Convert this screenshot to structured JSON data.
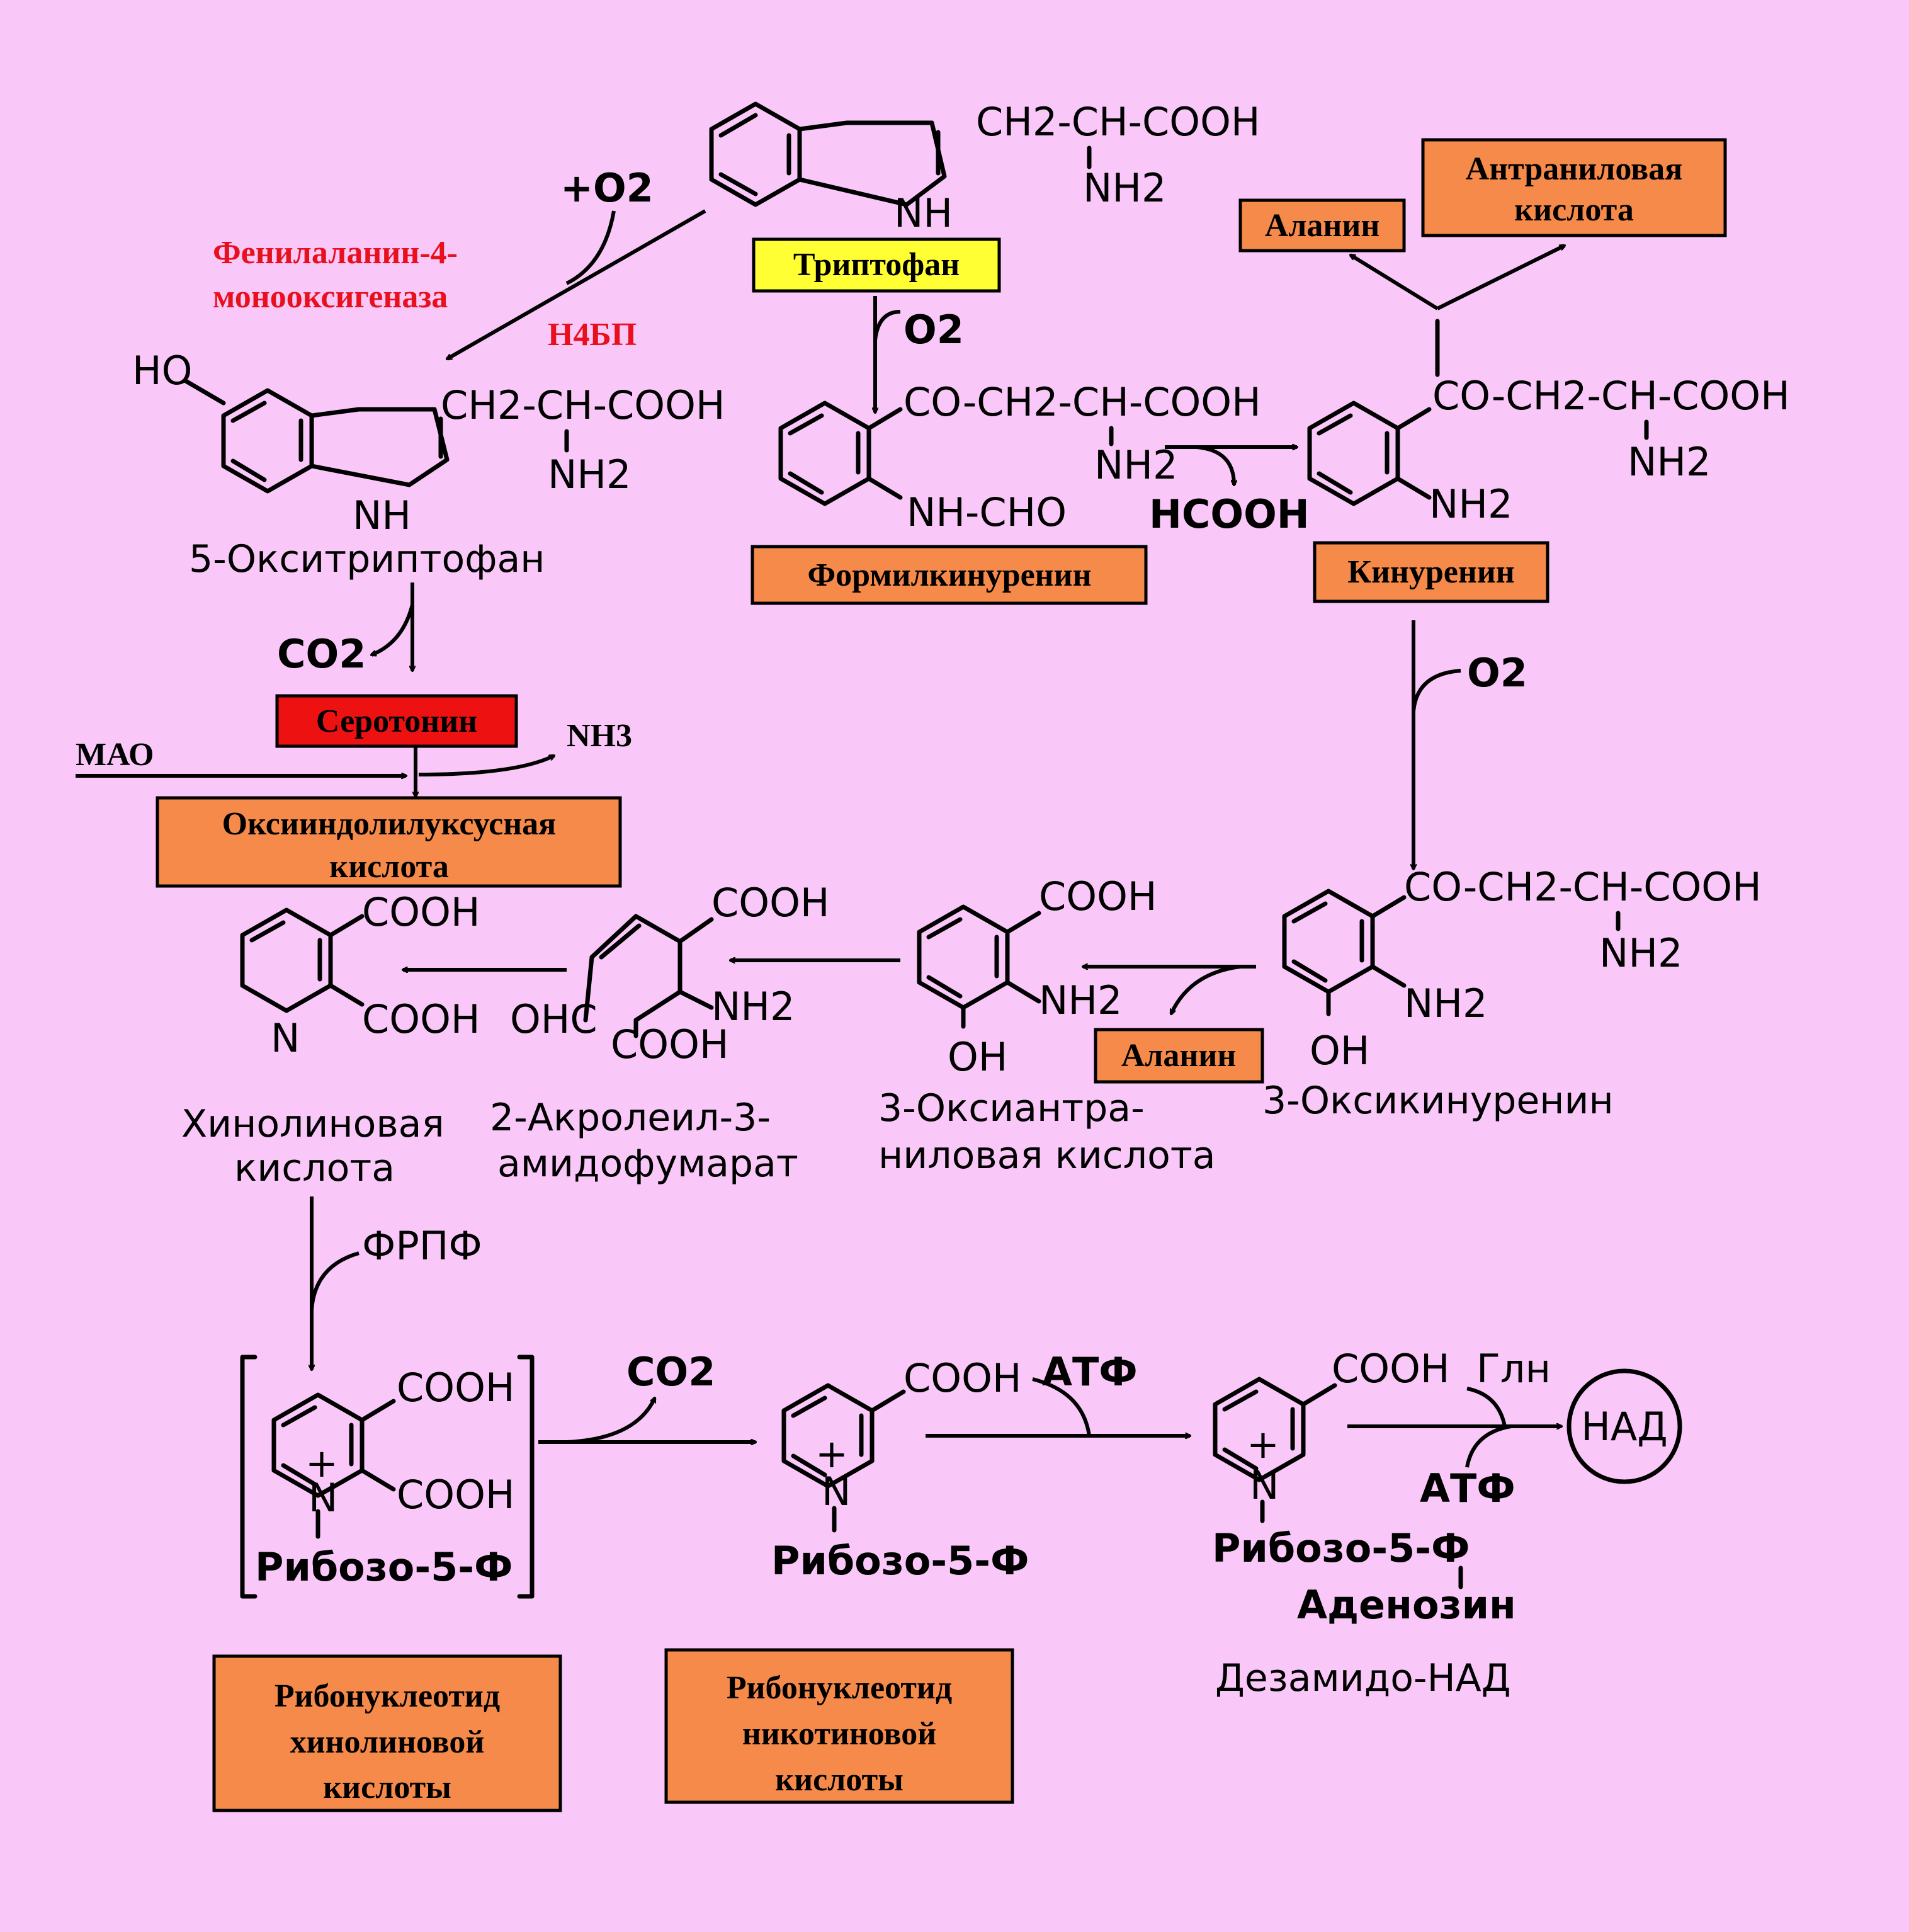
{
  "boxes": {
    "tryptophan": "Триптофан",
    "alanine_top": "Аланин",
    "anthranilic": [
      "Антраниловая",
      "кислота"
    ],
    "formylkynurenine": "Формилкинуренин",
    "kynurenine": "Кинуренин",
    "serotonin": "Серотонин",
    "oxyindoleacetic": [
      "Оксииндолилуксусная",
      "кислота"
    ],
    "alanine_mid": "Аланин",
    "ribonucleotide_quinolinic": [
      "Рибонуклеотид",
      "хинолиновой",
      "кислоты"
    ],
    "ribonucleotide_nicotinic": [
      "Рибонуклеотид",
      "никотиновой",
      "кислоты"
    ]
  },
  "enzymes": {
    "phe_monooxygenase": [
      "Фенилаланин-4-",
      "монооксигеназа"
    ],
    "h4bp": "H4БП",
    "mao": "МАО"
  },
  "compounds": {
    "oxytryptophan": "5-Окситриптофан",
    "oxykynurenine": "3-Оксикинуренин",
    "oxyanthranilic": [
      "3-Оксиантра-",
      "ниловая кислота"
    ],
    "acroleyl": [
      "2-Акролеил-3-",
      "амидофумарат"
    ],
    "quinolinic": [
      "Хинолиновая",
      "кислота"
    ],
    "desamido_nad": "Дезамидо-НАД",
    "nad": "НАД"
  },
  "reagents": {
    "plus_o2": "+O2",
    "o2": "O2",
    "co2": "CO2",
    "nh3": "NH3",
    "hcooh": "HCOOH",
    "frpf": "ФРПФ",
    "atf": "АТФ",
    "gln": "Глн"
  },
  "groups": {
    "ch2_ch_cooh": "CH2-CH-COOH",
    "co_ch2_ch_cooh": "CO-CH2-CH-COOH",
    "nh2": "NH2",
    "nh": "NH",
    "ho": "HO",
    "oh": "OH",
    "cooh": "COOH",
    "ohc": "OHC",
    "nh_cho": "NH-CHO",
    "n": "N",
    "n_plus": "+",
    "ribose": "Рибозо-5-Ф",
    "adenosine": "Аденозин"
  }
}
